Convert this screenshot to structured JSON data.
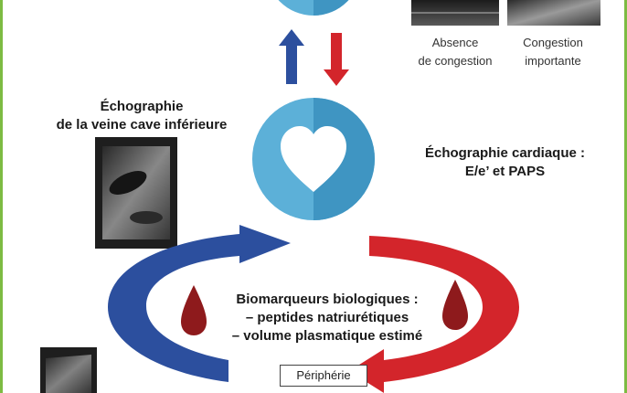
{
  "labels": {
    "no_congestion_line1": "Absence",
    "no_congestion_line2": "de congestion",
    "congestion_line1": "Congestion",
    "congestion_line2": "importante",
    "ivc_line1": "Échographie",
    "ivc_line2": "de la veine cave inférieure",
    "cardiac_line1": "Échographie cardiaque :",
    "cardiac_line2": "E/e’ et PAPS",
    "biomarkers_line1": "Biomarqueurs biologiques :",
    "biomarkers_line2": "– peptides natriurétiques",
    "biomarkers_line3": "– volume plasmatique estimé",
    "periphery": "Périphérie"
  },
  "colors": {
    "circle_light": "#5cb0d8",
    "circle_dark": "#3f95c2",
    "arrow_blue": "#2c4f9e",
    "arrow_red": "#d3252b",
    "blood_drop": "#8e1a1c",
    "frame_green": "#7dbb42"
  },
  "icons": {
    "heart": "heart-icon",
    "drop": "blood-drop-icon"
  }
}
